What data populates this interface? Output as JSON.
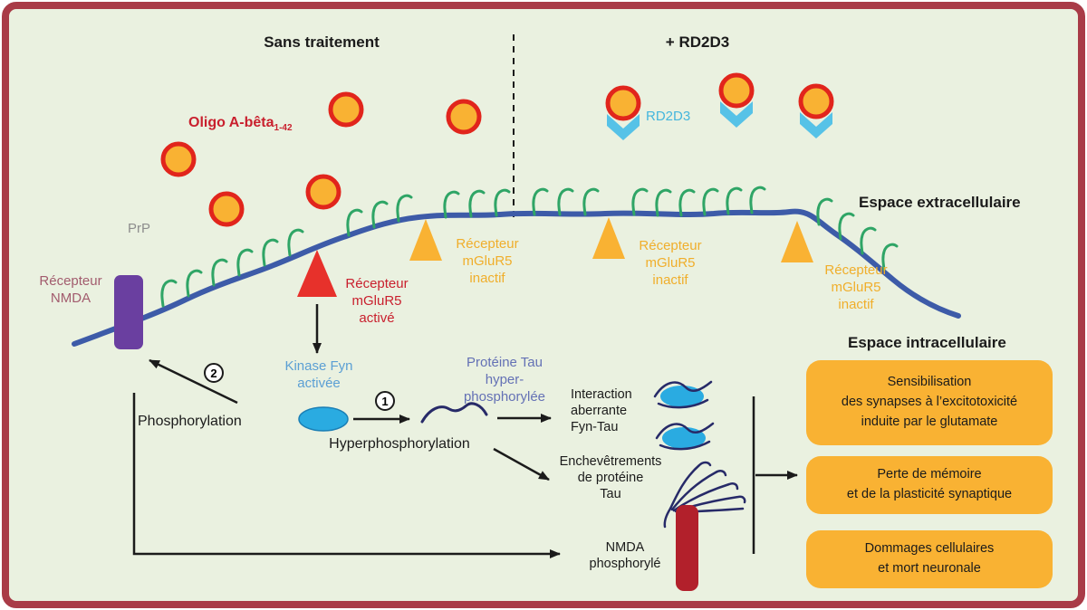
{
  "header": {
    "left_title": "Sans traitement",
    "right_title": "+ RD2D3"
  },
  "regions": {
    "extracellular": "Espace extracellulaire",
    "intracellular": "Espace intracellulaire"
  },
  "molecules": {
    "oligo_label": "Oligo A-bêta",
    "oligo_subscript": "1-42",
    "rd2d3_label": "RD2D3",
    "prp_label": "PrP",
    "nmda_receptor": "Récepteur\nNMDA",
    "mglur5_active": "Récepteur\nmGluR5\nactivé",
    "mglur5_inactive": "Récepteur\nmGluR5\ninactif",
    "kinase_fyn": "Kinase Fyn\nactivée",
    "tau_hyper": "Protéine Tau\nhyper-\nphosphorylée"
  },
  "process": {
    "hyperphosphorylation": "Hyperphosphorylation",
    "phosphorylation": "Phosphorylation",
    "interaction": "Interaction\naberrante\nFyn-Tau",
    "tangles": "Enchevêtrements\nde protéine\nTau",
    "nmda_phospho": "NMDA\nphosphorylé",
    "step1": "1",
    "step2": "2"
  },
  "outcomes": [
    "Sensibilisation\ndes synapses à l’excitotoxicité\ninduite par le glutamate",
    "Perte de mémoire\net de la plasticité synaptique",
    "Dommages cellulaires\net mort neuronale"
  ],
  "colors": {
    "background": "#eaf1e0",
    "frame_border": "#a93b47",
    "membrane_blue": "#3d5ba8",
    "prp_green": "#2fa566",
    "oligomer_fill": "#f9b233",
    "oligomer_border": "#e1251c",
    "rd2d3_cyan": "#56c2e7",
    "nmda_purple": "#6a3fa0",
    "mglur5_active_red": "#e7312b",
    "mglur5_inactive_yellow": "#f9b233",
    "fyn_blue": "#2aabe1",
    "tau_navy": "#272a68",
    "phospho_nmda_red": "#b2202b",
    "outcome_box_orange": "#f9b233"
  }
}
